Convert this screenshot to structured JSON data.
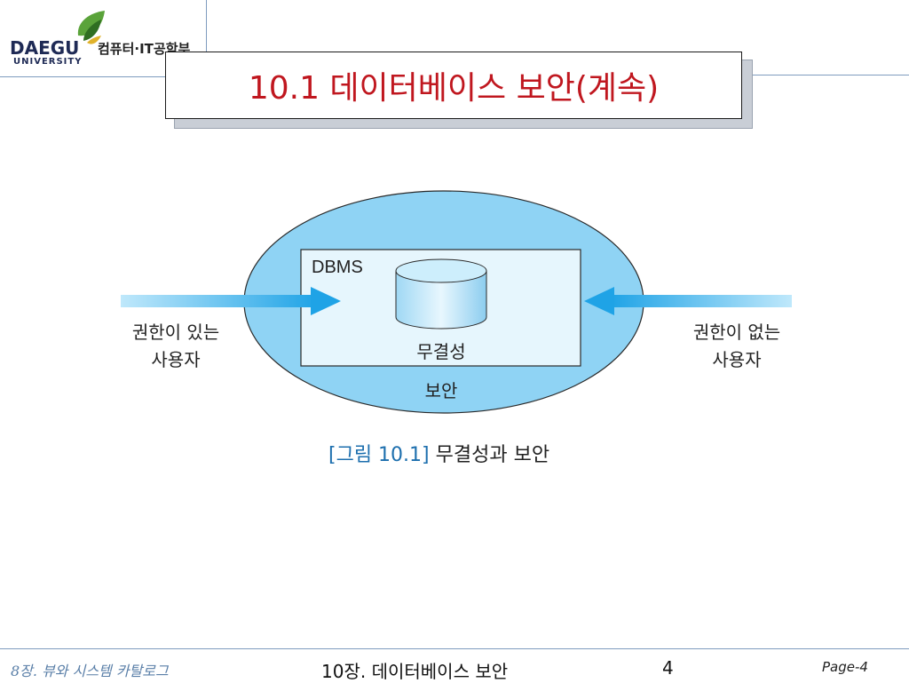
{
  "header": {
    "logo_name": "DAEGU",
    "logo_sub": "UNIVERSITY",
    "dept": "컴퓨터·IT공학부",
    "title": "10.1 데이터베이스 보안(계속)"
  },
  "figure": {
    "dbms_label": "DBMS",
    "db_label": "무결성",
    "security_label": "보안",
    "left_user_line1": "권한이 있는",
    "left_user_line2": "사용자",
    "right_user_line1": "권한이 없는",
    "right_user_line2": "사용자",
    "caption_num": "[그림 10.1]",
    "caption_text": "무결성과 보안"
  },
  "footer": {
    "left": "8장. 뷰와 시스템 카탈로그",
    "center": "10장. 데이터베이스 보안",
    "page_num": "4",
    "right": "Page-4"
  },
  "colors": {
    "title_red": "#c0171f",
    "ellipse_fill": "#8fd3f4",
    "arrow_blue": "#1fa3e6",
    "caption_blue": "#1d6fae"
  }
}
